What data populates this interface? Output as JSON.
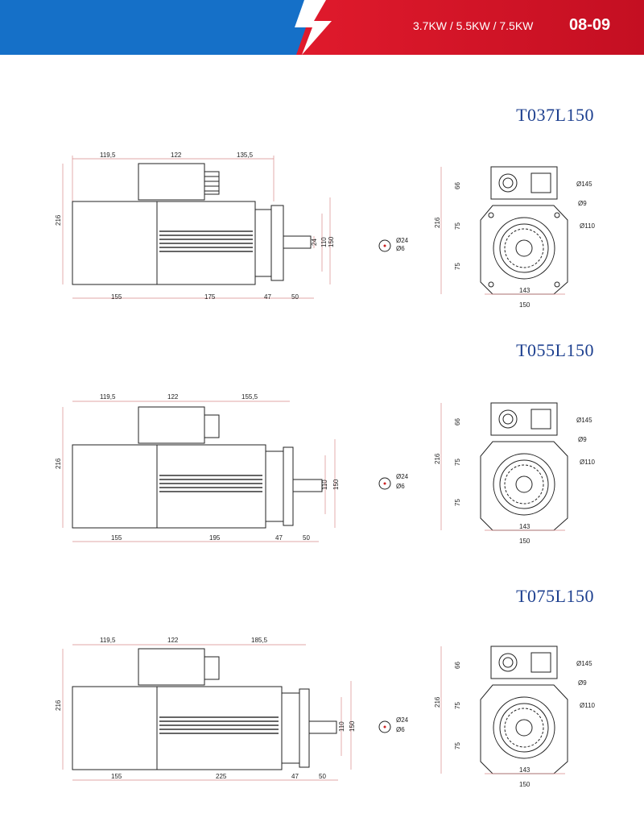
{
  "header": {
    "power_range": "3.7KW / 5.5KW / 7.5KW",
    "page_numbers": "08-09",
    "colors": {
      "blue": "#1570c8",
      "red": "#d5142a",
      "title": "#1c3f8f"
    }
  },
  "models": [
    {
      "name": "T037L150",
      "side": {
        "top": [
          "119,5",
          "122",
          "135,5"
        ],
        "bottom": [
          "155",
          "175",
          "47",
          "50"
        ],
        "height": "216",
        "right": [
          "24",
          "110",
          "150"
        ]
      },
      "shaft": {
        "d1": "Ø24",
        "d2": "Ø6"
      },
      "front": {
        "left": [
          "66",
          "216",
          "75",
          "75"
        ],
        "right": [
          "Ø145",
          "Ø9",
          "Ø110"
        ],
        "bottom": [
          "143",
          "150"
        ]
      }
    },
    {
      "name": "T055L150",
      "side": {
        "top": [
          "119,5",
          "122",
          "155,5"
        ],
        "bottom": [
          "155",
          "195",
          "47",
          "50"
        ],
        "height": "216",
        "right": [
          "110",
          "150"
        ]
      },
      "shaft": {
        "d1": "Ø24",
        "d2": "Ø6"
      },
      "front": {
        "left": [
          "66",
          "216",
          "75",
          "75"
        ],
        "right": [
          "Ø145",
          "Ø9",
          "Ø110"
        ],
        "bottom": [
          "143",
          "150"
        ]
      }
    },
    {
      "name": "T075L150",
      "side": {
        "top": [
          "119,5",
          "122",
          "185,5"
        ],
        "bottom": [
          "155",
          "225",
          "47",
          "50"
        ],
        "height": "216",
        "right": [
          "110",
          "150"
        ]
      },
      "shaft": {
        "d1": "Ø24",
        "d2": "Ø6"
      },
      "front": {
        "left": [
          "66",
          "216",
          "75",
          "75"
        ],
        "right": [
          "Ø145",
          "Ø9",
          "Ø110"
        ],
        "bottom": [
          "143",
          "150"
        ]
      }
    }
  ]
}
